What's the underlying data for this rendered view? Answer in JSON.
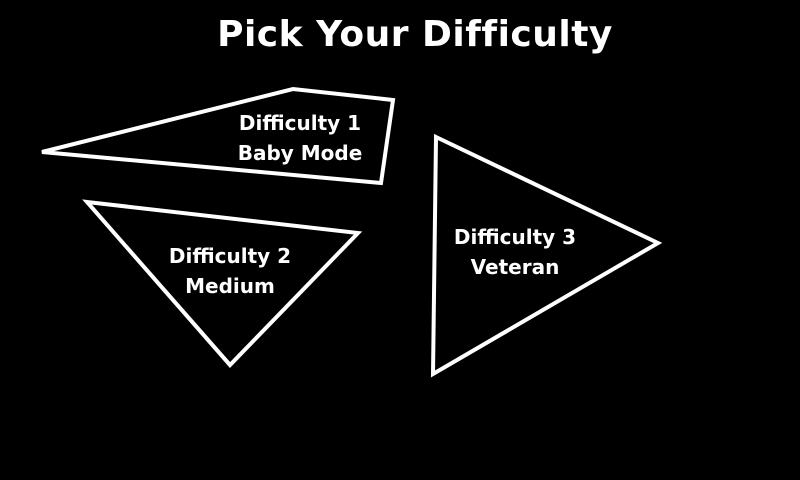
{
  "title": "Pick Your Difficulty",
  "options": [
    {
      "line1": "Difficulty 1",
      "line2": "Baby Mode"
    },
    {
      "line1": "Difficulty 2",
      "line2": "Medium"
    },
    {
      "line1": "Difficulty 3",
      "line2": "Veteran"
    }
  ],
  "colors": {
    "background": "#000000",
    "foreground": "#ffffff"
  }
}
